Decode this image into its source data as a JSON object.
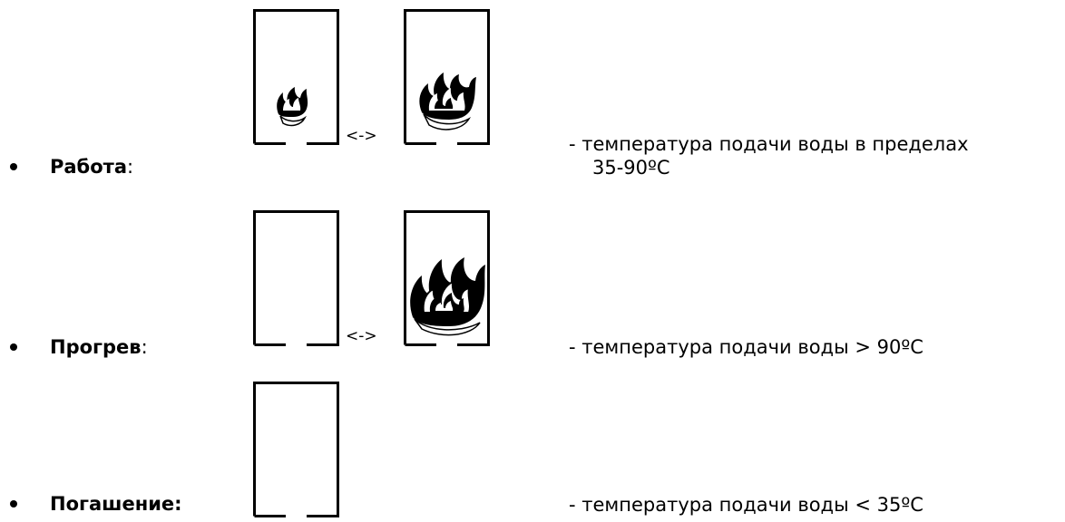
{
  "modes": [
    {
      "name": "Работа",
      "separator": ":",
      "arrow": "<->",
      "description_line1": "- температура подачи воды в пределах",
      "description_line2": "35-90ºС",
      "indicator_left": "small-flame-icon",
      "indicator_right": "medium-flame-icon"
    },
    {
      "name": "Прогрев",
      "separator": ":",
      "arrow": "<->",
      "description_line1": "- температура подачи воды > 90ºС",
      "indicator_left": "empty-indicator",
      "indicator_right": "large-flame-icon"
    },
    {
      "name": "Погашение:",
      "separator": "",
      "description_line1": "- температура подачи воды < 35ºС",
      "indicator_left": "empty-indicator"
    }
  ]
}
